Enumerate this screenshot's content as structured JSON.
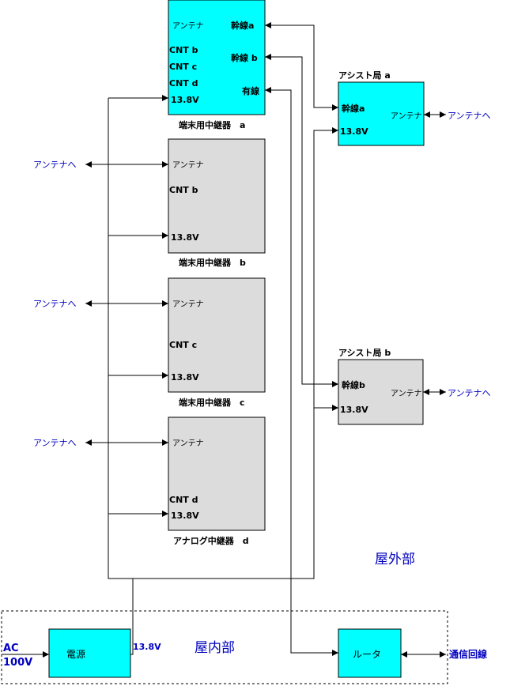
{
  "repeater_a": {
    "antenna": "アンテナ",
    "trunk_a": "幹線a",
    "trunk_b": "幹線 b",
    "wired": "有線",
    "cnt_b": "CNT b",
    "cnt_c": "CNT c",
    "cnt_d": "CNT d",
    "voltage": "13.8V",
    "caption": "端末用中継器　a"
  },
  "repeater_b": {
    "antenna": "アンテナ",
    "cnt": "CNT b",
    "voltage": "13.8V",
    "caption": "端末用中継器　b"
  },
  "repeater_c": {
    "antenna": "アンテナ",
    "cnt": "CNT c",
    "voltage": "13.8V",
    "caption": "端末用中継器　c"
  },
  "repeater_d": {
    "antenna": "アンテナ",
    "cnt": "CNT d",
    "voltage": "13.8V",
    "caption": "アナログ中継器　d"
  },
  "assist_a": {
    "title": "アシスト局 a",
    "trunk": "幹線a",
    "voltage": "13.8V",
    "antenna": "アンテナ",
    "to_antenna": "アンテナへ"
  },
  "assist_b": {
    "title": "アシスト局 b",
    "trunk": "幹線b",
    "voltage": "13.8V",
    "antenna": "アンテナ",
    "to_antenna": "アンテナへ"
  },
  "left_to_antenna": "アンテナへ",
  "outdoor_label": "屋外部",
  "indoor_label": "屋内部",
  "power": {
    "label": "電源",
    "ac": "AC",
    "ac_volt": "100V",
    "out_voltage": "13.8V"
  },
  "router": {
    "label": "ルータ",
    "line": "通信回線"
  },
  "colors": {
    "cyan": "#00ffff",
    "gray": "#dcdcdc",
    "blue_text": "#0000c0"
  }
}
